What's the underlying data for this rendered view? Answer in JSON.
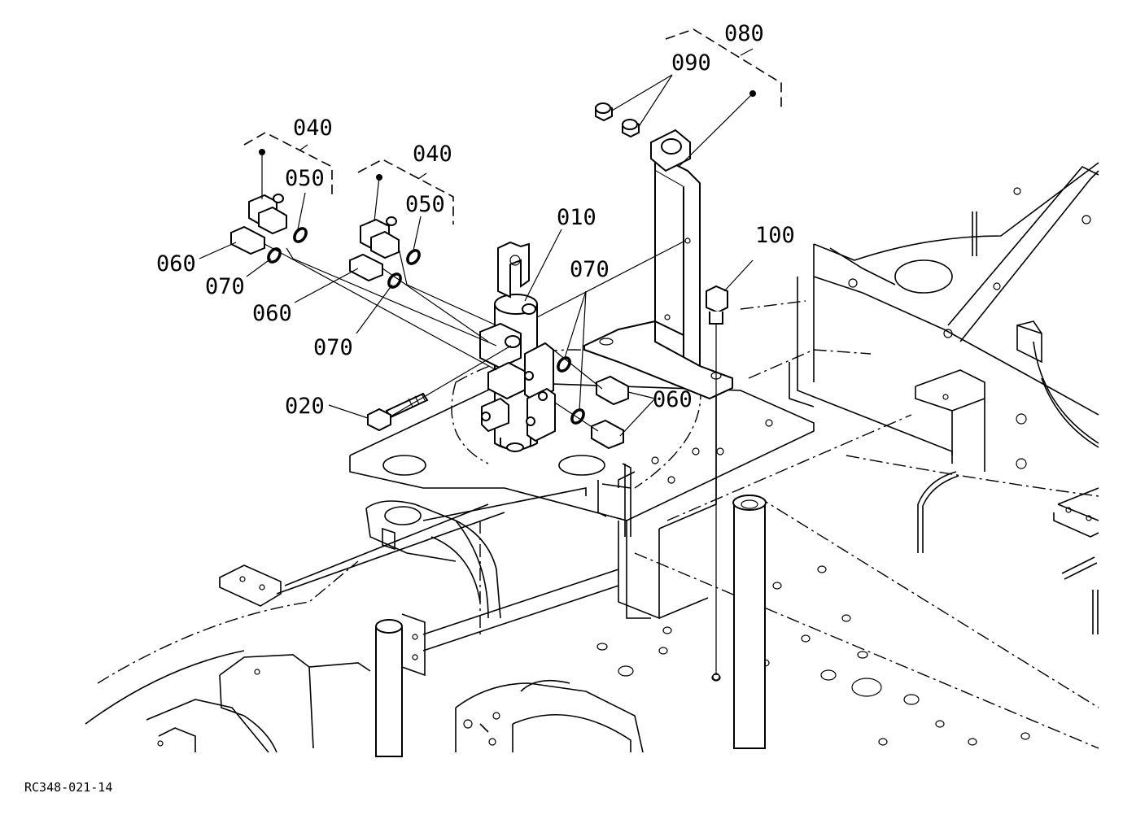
{
  "diagram": {
    "callouts": {
      "c010": "010",
      "c020": "020",
      "c040a": "040",
      "c040b": "040",
      "c050a": "050",
      "c050b": "050",
      "c060a": "060",
      "c060b": "060",
      "c060c": "060",
      "c070a": "070",
      "c070b": "070",
      "c070c": "070",
      "c080": "080",
      "c090": "090",
      "c100": "100"
    },
    "drawing_code": "RC348-021-14",
    "line_color": "#000000",
    "background_color": "#ffffff"
  }
}
